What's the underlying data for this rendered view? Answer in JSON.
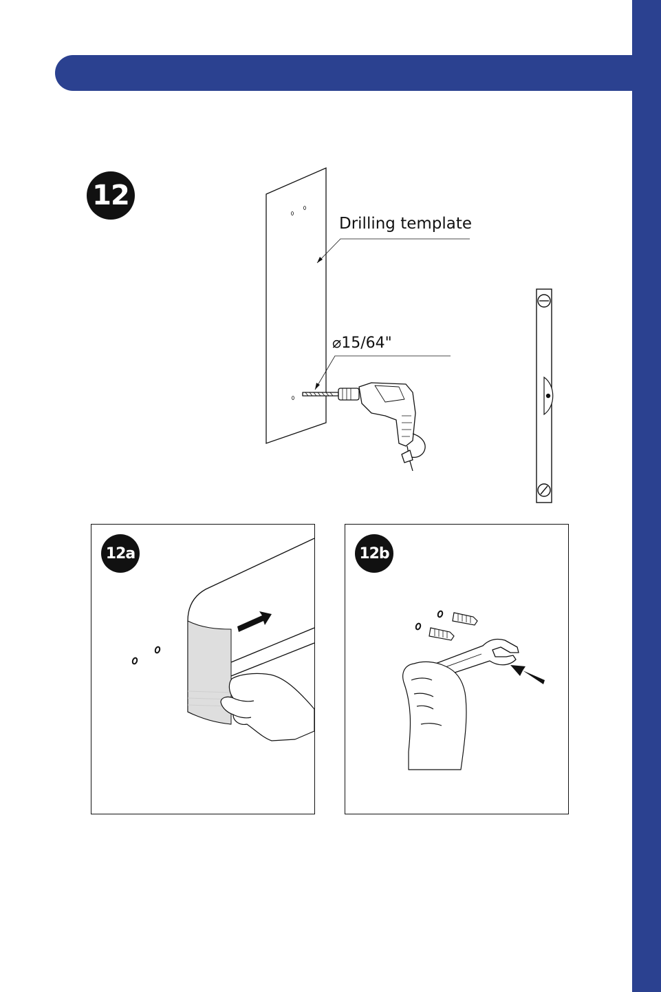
{
  "theme": {
    "accent": "#2b4190",
    "ink": "#111111"
  },
  "step": {
    "number": "12",
    "labels": {
      "template": "Drilling template",
      "diameter": "⌀15/64\""
    },
    "icons": [
      "drilling-template-icon",
      "drill-icon",
      "spirit-level-icon"
    ]
  },
  "substeps": [
    {
      "badge": "12a",
      "icons": [
        "wall-icon",
        "tape-strip-icon",
        "hand-icon",
        "arrow-icon",
        "hole-marks-icon"
      ]
    },
    {
      "badge": "12b",
      "icons": [
        "wall-anchor-icon",
        "wrench-icon",
        "hand-icon",
        "arrow-icon"
      ]
    }
  ]
}
